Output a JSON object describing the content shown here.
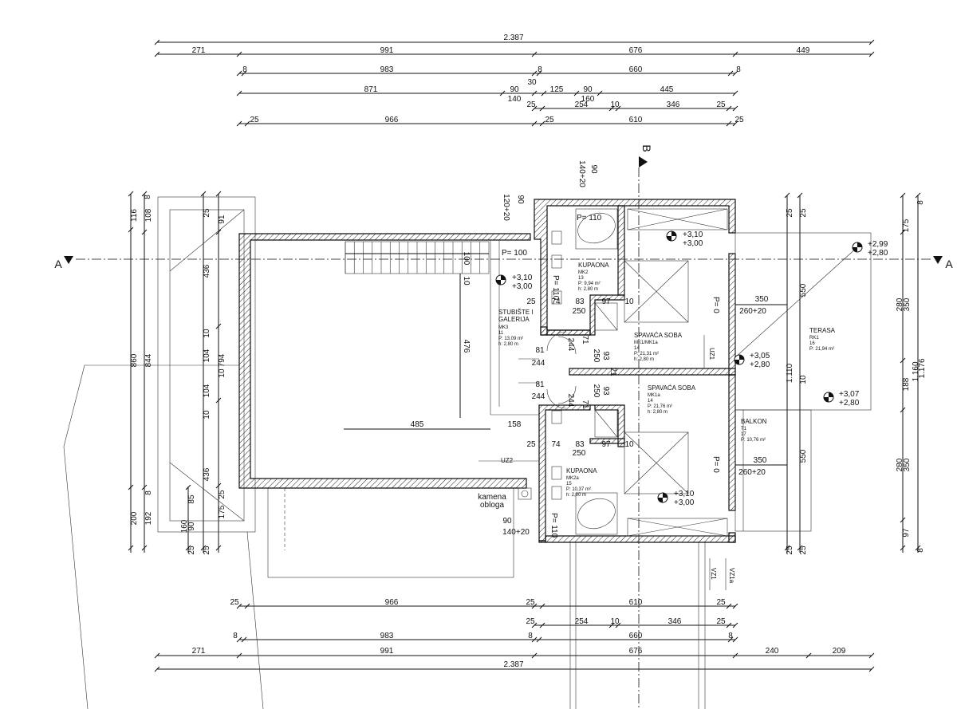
{
  "dimensions_top": {
    "row1": [
      "2.387"
    ],
    "row2": [
      "271",
      "991",
      "676",
      "449"
    ],
    "row3": [
      "8",
      "983",
      "8",
      "660",
      "8"
    ],
    "row4": [
      "871",
      "90",
      "140",
      "30",
      "125",
      "90",
      "160",
      "445"
    ],
    "row5": [
      "25",
      "254",
      "10",
      "346",
      "25"
    ],
    "row6": [
      "25",
      "966",
      "25",
      "610",
      "25"
    ]
  },
  "dimensions_bottom": {
    "row1": [
      "25",
      "966",
      "25",
      "610",
      "25"
    ],
    "row2": [
      "25",
      "254",
      "10",
      "346",
      "25"
    ],
    "row3": [
      "8",
      "983",
      "8",
      "660",
      "8"
    ],
    "row4": [
      "271",
      "991",
      "676",
      "240",
      "209"
    ],
    "row5": [
      "2.387"
    ]
  },
  "dimensions_left": [
    "8",
    "116",
    "108",
    "860",
    "844",
    "200",
    "192",
    "8",
    "436",
    "10",
    "104",
    "794",
    "10",
    "104",
    "10",
    "436",
    "25",
    "175",
    "91",
    "25",
    "85",
    "90",
    "160",
    "25",
    "25"
  ],
  "dimensions_right": [
    "8",
    "175",
    "280",
    "350",
    "1.176",
    "1.160",
    "188",
    "350",
    "280",
    "97",
    "8",
    "25",
    "25",
    "1.110",
    "10",
    "550",
    "550",
    "25",
    "25"
  ],
  "section_markers": {
    "a": "A",
    "b": "B"
  },
  "levels": {
    "stair": [
      "+3,10",
      "+3,00"
    ],
    "bedroom1": [
      "+3,10",
      "+3,00"
    ],
    "terrace_mid": [
      "+3,05",
      "+2,80"
    ],
    "terrace_corner": [
      "+2,99",
      "+2,80"
    ],
    "terrace_low": [
      "+3,07",
      "+2,80"
    ],
    "bedroom2": [
      "+3,10",
      "+3,00"
    ]
  },
  "rooms": {
    "stair": {
      "name1": "STUBIŠTE I",
      "name2": "GALERIJA",
      "code": "MK3",
      "num": "11",
      "area": "P: 13,09 m²",
      "height": "h: 2,80 m"
    },
    "bath1": {
      "name": "KUPAONA",
      "code": "MK2",
      "num": "13",
      "area": "P: 9,94 m²",
      "height": "h: 2,80 m"
    },
    "bed1": {
      "name": "SPAVAĆA SOBA",
      "code": "MK1/MK1a",
      "num": "14",
      "area": "P: 21,31 m²",
      "height": "h: 2,80 m"
    },
    "bed2": {
      "name": "SPAVAĆA SOBA",
      "code": "MK1a",
      "num": "14",
      "area": "P: 21,76 m²",
      "height": "h: 2,80 m"
    },
    "bath2": {
      "name": "KUPAONA",
      "code": "MK2a",
      "num": "15",
      "area": "P: 10,37 m²",
      "height": "h: 2,80 m"
    },
    "terrace": {
      "name": "TERASA",
      "code": "RK1",
      "num": "16",
      "area": "P: 21,94 m²"
    },
    "balcony": {
      "name": "BALKON",
      "code": "T1",
      "num": "17",
      "area": "P: 10,76 m²"
    }
  },
  "openings": {
    "p100": "P= 100",
    "p110a": "P= 110",
    "p110b": "P= 110",
    "p110c": "P= 110",
    "p0a": "P= 0",
    "p0b": "P= 0",
    "w350a": "350",
    "w350b": "350",
    "w260a": "260+20",
    "w260b": "260+20",
    "w90": "90",
    "w140": "140+20",
    "w90top": "90",
    "w140top": "140+20",
    "w120": "120+20",
    "w90b": "90"
  },
  "inner_dims": {
    "d485": "485",
    "d158": "158",
    "d476": "476",
    "d100": "100",
    "d10": "10",
    "d81a": "81",
    "d244a": "244",
    "d81b": "81",
    "d244b": "244",
    "d25a": "25",
    "d74a": "74",
    "d83a": "83",
    "d97a": "97",
    "d10a": "10",
    "d250a": "250",
    "d25b": "25",
    "d74b": "74",
    "d83b": "83",
    "d97b": "97",
    "d10b": "10",
    "d250b": "250",
    "v244a": "244",
    "v71a": "71",
    "v250a": "250",
    "v93a": "93",
    "v21": "21",
    "v93b": "93",
    "v250b": "250",
    "v71b": "71",
    "v244b": "244"
  },
  "labels": {
    "uz1": "UZ1",
    "uz2": "UZ2",
    "vz1": "VZ1",
    "vz1a": "VZ1a",
    "stone1": "kamena",
    "stone2": "obloga"
  }
}
